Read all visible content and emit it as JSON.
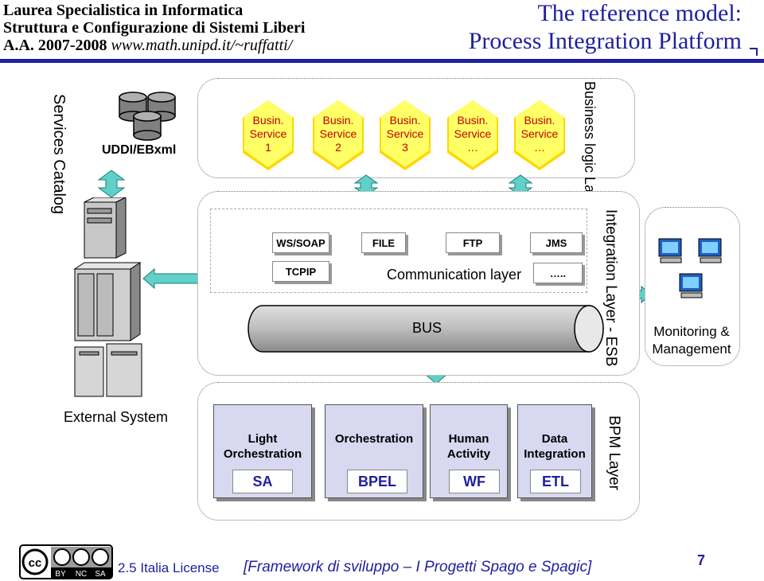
{
  "header": {
    "line1": "Laurea Specialistica in Informatica",
    "line2": "Struttura e Configurazione di Sistemi Liberi",
    "line3_prefix": "A.A. 2007-2008 ",
    "line3_url": "www.math.unipd.it/~ruffatti/",
    "title_line1": "The reference model:",
    "title_line2": "Process Integration Platform"
  },
  "catalog": {
    "label": "Services Catalog",
    "db_label": "UDDI/EBxml"
  },
  "business_layer": {
    "label": "Business logic Layer",
    "services": [
      {
        "line1": "Busin.",
        "line2": "Service",
        "line3": "1"
      },
      {
        "line1": "Busin.",
        "line2": "Service",
        "line3": "2"
      },
      {
        "line1": "Busin.",
        "line2": "Service",
        "line3": "3"
      },
      {
        "line1": "Busin.",
        "line2": "Service",
        "line3": "…"
      },
      {
        "line1": "Busin.",
        "line2": "Service",
        "line3": "…"
      }
    ]
  },
  "integration_layer": {
    "label": "Integration Layer - ESB",
    "protocols": [
      "WS/SOAP",
      "FILE",
      "FTP",
      "JMS",
      "TCPIP",
      "….."
    ],
    "communication_label": "Communication layer",
    "bus_label": "BUS"
  },
  "external_system": {
    "label": "External System"
  },
  "monitoring": {
    "label_line1": "Monitoring &",
    "label_line2": "Management"
  },
  "bpm_layer": {
    "label": "BPM Layer",
    "boxes": [
      {
        "title_line1": "Light",
        "title_line2": "Orchestration",
        "abbr": "SA"
      },
      {
        "title_line1": "Orchestration",
        "title_line2": "",
        "abbr": "BPEL"
      },
      {
        "title_line1": "Human",
        "title_line2": "Activity",
        "abbr": "WF"
      },
      {
        "title_line1": "Data",
        "title_line2": "Integration",
        "abbr": "ETL"
      }
    ]
  },
  "footer": {
    "license_text": "2.5 Italia License",
    "framework_text": "[Framework di sviluppo – I Progetti Spago e Spagic]",
    "page_number": "7",
    "cc_labels": [
      "BY",
      "NC",
      "SA"
    ]
  },
  "colors": {
    "title_blue": "#1f1f9f",
    "hex_fill": "#ffff66",
    "hex_text": "#c00000",
    "arrow_teal": "#5fd1c8",
    "bpm_fill": "#d8d8f0"
  }
}
